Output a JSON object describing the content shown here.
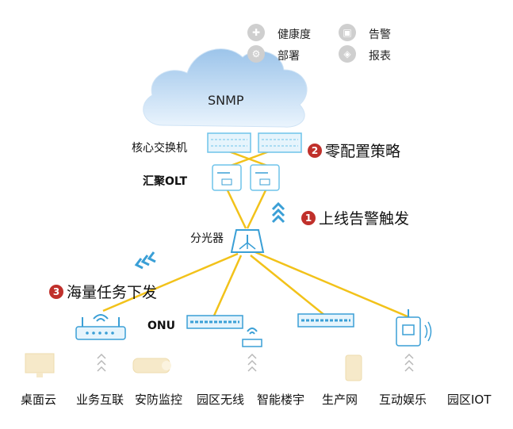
{
  "tools": [
    {
      "label": "健康度",
      "icon": "heartbeat-icon"
    },
    {
      "label": "告警",
      "icon": "alarm-icon"
    },
    {
      "label": "部署",
      "icon": "gear-icon"
    },
    {
      "label": "报表",
      "icon": "shield-icon"
    }
  ],
  "cloud": {
    "label": "SNMP"
  },
  "devices": {
    "core_switch": "核心交换机",
    "aggregation_olt": "汇聚OLT",
    "splitter": "分光器",
    "onu": "ONU"
  },
  "steps": [
    {
      "num": "1",
      "text": "上线告警触发"
    },
    {
      "num": "2",
      "text": "零配置策略"
    },
    {
      "num": "3",
      "text": "海量任务下发"
    }
  ],
  "scenarios": [
    "桌面云",
    "业务互联",
    "安防监控",
    "园区无线",
    "智能楼宇",
    "生产网",
    "互动娱乐",
    "园区IOT"
  ],
  "colors": {
    "link": "#f2c21a",
    "device": "#6ec3ea",
    "device_dark": "#3a9fd6",
    "step_badge": "#c0302b",
    "cloud_top": "#9fc6ea",
    "cloud_bottom": "#e8f3fc"
  }
}
